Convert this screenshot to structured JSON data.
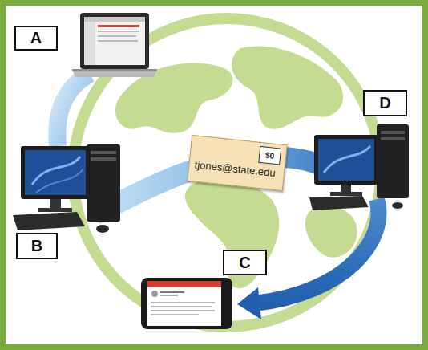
{
  "diagram": {
    "nodes": [
      {
        "text": [
          "A"
        ]
      },
      {
        "text": [
          "D"
        ]
      },
      {
        "text": [
          "tjones@state.edu"
        ]
      },
      {
        "text": [
          "$0"
        ],
        "in": 2
      },
      {
        "text": [
          "B"
        ]
      },
      {
        "text": [
          "C"
        ]
      }
    ]
  }
}
